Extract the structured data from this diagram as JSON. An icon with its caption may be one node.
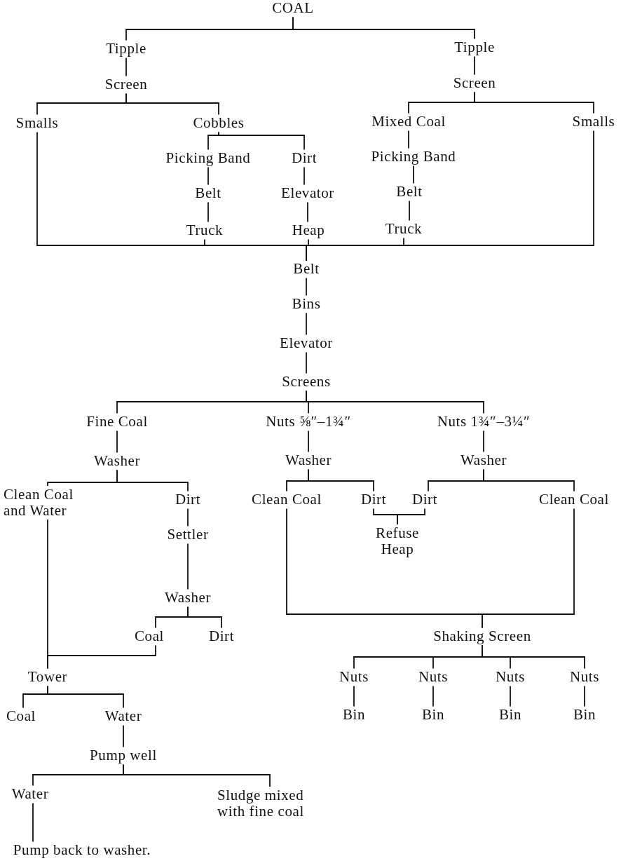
{
  "diagram": {
    "nodes": [
      {
        "text": [
          "COAL"
        ]
      },
      {
        "text": [
          "Tipple"
        ]
      },
      {
        "text": [
          "Screen"
        ]
      },
      {
        "text": [
          "Tipple"
        ]
      },
      {
        "text": [
          "Screen"
        ]
      },
      {
        "text": [
          "Smalls"
        ]
      },
      {
        "text": [
          "Cobbles"
        ]
      },
      {
        "text": [
          "Mixed Coal"
        ]
      },
      {
        "text": [
          "Smalls"
        ]
      },
      {
        "text": [
          "Picking Band"
        ]
      },
      {
        "text": [
          "Dirt"
        ]
      },
      {
        "text": [
          "Picking Band"
        ]
      },
      {
        "text": [
          "Belt"
        ]
      },
      {
        "text": [
          "Elevator"
        ]
      },
      {
        "text": [
          "Belt"
        ]
      },
      {
        "text": [
          "Truck"
        ]
      },
      {
        "text": [
          "Heap"
        ]
      },
      {
        "text": [
          "Truck"
        ]
      },
      {
        "text": [
          "Belt"
        ]
      },
      {
        "text": [
          "Bins"
        ]
      },
      {
        "text": [
          "Elevator"
        ]
      },
      {
        "text": [
          "Screens"
        ]
      },
      {
        "text": [
          "Fine Coal"
        ]
      },
      {
        "text": [
          "Nuts ⅝″–1¾″"
        ]
      },
      {
        "text": [
          "Nuts 1¾″–3¼″"
        ]
      },
      {
        "text": [
          "Washer"
        ]
      },
      {
        "text": [
          "Washer"
        ]
      },
      {
        "text": [
          "Washer"
        ]
      },
      {
        "text": [
          "Clean Coal and Water"
        ]
      },
      {
        "text": [
          "Dirt"
        ]
      },
      {
        "text": [
          "Clean Coal"
        ]
      },
      {
        "text": [
          "Dirt"
        ]
      },
      {
        "text": [
          "Dirt"
        ]
      },
      {
        "text": [
          "Clean Coal"
        ]
      },
      {
        "text": [
          "Refuse Heap"
        ]
      },
      {
        "text": [
          "Settler"
        ]
      },
      {
        "text": [
          "Washer"
        ]
      },
      {
        "text": [
          "Coal"
        ]
      },
      {
        "text": [
          "Dirt"
        ]
      },
      {
        "text": [
          "Tower"
        ]
      },
      {
        "text": [
          "Shaking Screen"
        ]
      },
      {
        "text": [
          "Nuts"
        ]
      },
      {
        "text": [
          "Nuts"
        ]
      },
      {
        "text": [
          "Nuts"
        ]
      },
      {
        "text": [
          "Nuts"
        ]
      },
      {
        "text": [
          "Bin"
        ]
      },
      {
        "text": [
          "Bin"
        ]
      },
      {
        "text": [
          "Bin"
        ]
      },
      {
        "text": [
          "Bin"
        ]
      },
      {
        "text": [
          "Coal"
        ]
      },
      {
        "text": [
          "Water"
        ]
      },
      {
        "text": [
          "Pump well"
        ]
      },
      {
        "text": [
          "Water"
        ]
      },
      {
        "text": [
          "Sludge mixed with fine coal"
        ]
      },
      {
        "text": [
          "Pump back to washer."
        ]
      }
    ],
    "edges": [
      {
        "from": 0,
        "to": 1,
        "arrow": "none"
      },
      {
        "from": 0,
        "to": 3,
        "arrow": "none"
      },
      {
        "from": 1,
        "to": 2,
        "arrow": "none"
      },
      {
        "from": 3,
        "to": 4,
        "arrow": "none"
      },
      {
        "from": 2,
        "to": 5,
        "arrow": "none"
      },
      {
        "from": 2,
        "to": 6,
        "arrow": "none"
      },
      {
        "from": 4,
        "to": 7,
        "arrow": "none"
      },
      {
        "from": 4,
        "to": 8,
        "arrow": "none"
      },
      {
        "from": 6,
        "to": 9,
        "arrow": "none"
      },
      {
        "from": 6,
        "to": 10,
        "arrow": "none"
      },
      {
        "from": 7,
        "to": 11,
        "arrow": "none"
      },
      {
        "from": 9,
        "to": 12,
        "arrow": "none"
      },
      {
        "from": 12,
        "to": 15,
        "arrow": "none"
      },
      {
        "from": 10,
        "to": 13,
        "arrow": "none"
      },
      {
        "from": 13,
        "to": 16,
        "arrow": "none"
      },
      {
        "from": 11,
        "to": 14,
        "arrow": "none"
      },
      {
        "from": 14,
        "to": 17,
        "arrow": "none"
      },
      {
        "from": 5,
        "to": 18,
        "arrow": "none"
      },
      {
        "from": 15,
        "to": 18,
        "arrow": "none"
      },
      {
        "from": 16,
        "to": 18,
        "arrow": "none"
      },
      {
        "from": 17,
        "to": 18,
        "arrow": "none"
      },
      {
        "from": 8,
        "to": 18,
        "arrow": "none"
      },
      {
        "from": 18,
        "to": 19,
        "arrow": "none"
      },
      {
        "from": 19,
        "to": 20,
        "arrow": "none"
      },
      {
        "from": 20,
        "to": 21,
        "arrow": "none"
      },
      {
        "from": 21,
        "to": 22,
        "arrow": "none"
      },
      {
        "from": 21,
        "to": 23,
        "arrow": "none"
      },
      {
        "from": 21,
        "to": 24,
        "arrow": "none"
      },
      {
        "from": 22,
        "to": 25,
        "arrow": "none"
      },
      {
        "from": 23,
        "to": 26,
        "arrow": "none"
      },
      {
        "from": 24,
        "to": 27,
        "arrow": "none"
      },
      {
        "from": 25,
        "to": 28,
        "arrow": "none"
      },
      {
        "from": 25,
        "to": 29,
        "arrow": "none"
      },
      {
        "from": 26,
        "to": 30,
        "arrow": "none"
      },
      {
        "from": 26,
        "to": 31,
        "arrow": "none"
      },
      {
        "from": 27,
        "to": 32,
        "arrow": "none"
      },
      {
        "from": 27,
        "to": 33,
        "arrow": "none"
      },
      {
        "from": 31,
        "to": 34,
        "arrow": "none"
      },
      {
        "from": 32,
        "to": 34,
        "arrow": "none"
      },
      {
        "from": 30,
        "to": 40,
        "arrow": "none"
      },
      {
        "from": 33,
        "to": 40,
        "arrow": "none"
      },
      {
        "from": 29,
        "to": 35,
        "arrow": "none"
      },
      {
        "from": 35,
        "to": 36,
        "arrow": "none"
      },
      {
        "from": 36,
        "to": 37,
        "arrow": "none"
      },
      {
        "from": 36,
        "to": 38,
        "arrow": "none"
      },
      {
        "from": 28,
        "to": 39,
        "arrow": "none"
      },
      {
        "from": 37,
        "to": 39,
        "arrow": "none"
      },
      {
        "from": 39,
        "to": 49,
        "arrow": "none"
      },
      {
        "from": 39,
        "to": 50,
        "arrow": "none"
      },
      {
        "from": 40,
        "to": 41,
        "arrow": "none"
      },
      {
        "from": 40,
        "to": 42,
        "arrow": "none"
      },
      {
        "from": 40,
        "to": 43,
        "arrow": "none"
      },
      {
        "from": 40,
        "to": 44,
        "arrow": "none"
      },
      {
        "from": 41,
        "to": 45,
        "arrow": "none"
      },
      {
        "from": 42,
        "to": 46,
        "arrow": "none"
      },
      {
        "from": 43,
        "to": 47,
        "arrow": "none"
      },
      {
        "from": 44,
        "to": 48,
        "arrow": "none"
      },
      {
        "from": 50,
        "to": 51,
        "arrow": "none"
      },
      {
        "from": 51,
        "to": 52,
        "arrow": "none"
      },
      {
        "from": 51,
        "to": 53,
        "arrow": "none"
      },
      {
        "from": 52,
        "to": 54,
        "arrow": "none"
      }
    ]
  }
}
